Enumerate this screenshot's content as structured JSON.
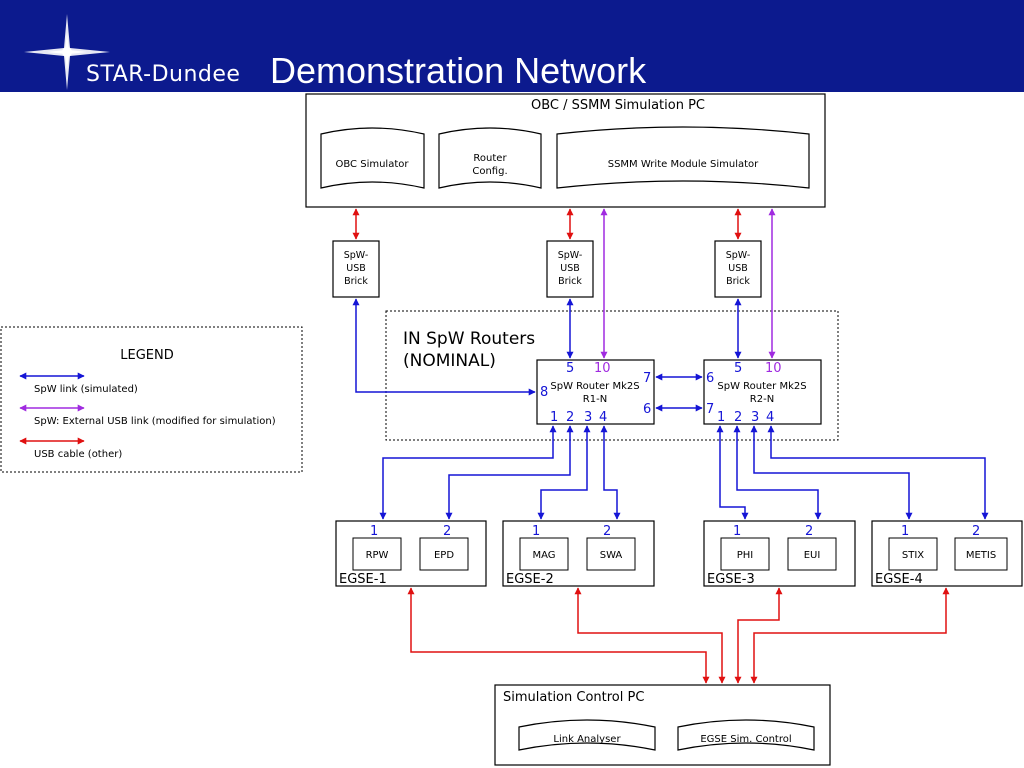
{
  "header": {
    "brand": "STAR-Dundee",
    "title": "Demonstration Network"
  },
  "colors": {
    "header_bg": "#0c1a8e",
    "spw_link_simulated": "#1515d6",
    "spw_external_usb": "#a02be0",
    "usb_cable": "#e01010"
  },
  "obc_pc": {
    "title": "OBC / SSMM Simulation PC",
    "obc_simulator": "OBC Simulator",
    "router_config_line1": "Router",
    "router_config_line2": "Config.",
    "ssmm": "SSMM Write Module Simulator"
  },
  "bricks": [
    {
      "line1": "SpW-",
      "line2": "USB",
      "line3": "Brick"
    },
    {
      "line1": "SpW-",
      "line2": "USB",
      "line3": "Brick"
    },
    {
      "line1": "SpW-",
      "line2": "USB",
      "line3": "Brick"
    }
  ],
  "router_group": {
    "title_line1": "IN SpW Routers",
    "title_line2": "(NOMINAL)"
  },
  "routers": [
    {
      "name": "SpW Router Mk2S",
      "id": "R1-N",
      "ports_bottom": [
        "1",
        "2",
        "3",
        "4"
      ],
      "port_top_a": "5",
      "port_top_b": "10",
      "port_side_a": "7",
      "port_side_b": "6",
      "port_left": "8"
    },
    {
      "name": "SpW Router Mk2S",
      "id": "R2-N",
      "ports_bottom": [
        "1",
        "2",
        "3",
        "4"
      ],
      "port_top_a": "5",
      "port_top_b": "10",
      "port_side_a": "6",
      "port_side_b": "7"
    }
  ],
  "legend": {
    "title": "LEGEND",
    "items": [
      "SpW link (simulated)",
      "SpW: External USB link (modified for simulation)",
      "USB cable (other)"
    ]
  },
  "egse": [
    {
      "label": "EGSE-1",
      "port1": "1",
      "port2": "2",
      "inst1": "RPW",
      "inst2": "EPD"
    },
    {
      "label": "EGSE-2",
      "port1": "1",
      "port2": "2",
      "inst1": "MAG",
      "inst2": "SWA"
    },
    {
      "label": "EGSE-3",
      "port1": "1",
      "port2": "2",
      "inst1": "PHI",
      "inst2": "EUI"
    },
    {
      "label": "EGSE-4",
      "port1": "1",
      "port2": "2",
      "inst1": "STIX",
      "inst2": "METIS"
    }
  ],
  "sim_pc": {
    "title": "Simulation Control PC",
    "link_analyser": "Link Analyser",
    "egse_sim": "EGSE Sim. Control"
  }
}
